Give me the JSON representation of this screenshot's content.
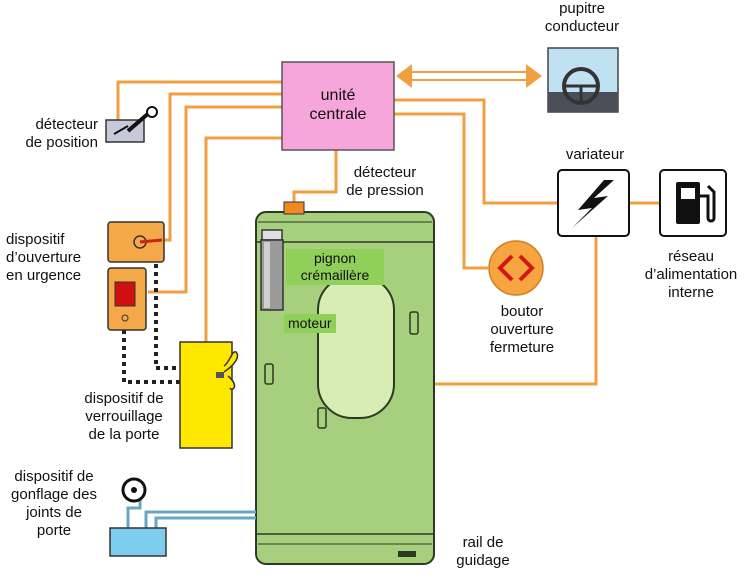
{
  "labels": {
    "central_unit": "unité\ncentrale",
    "driver_desk": "pupitre\nconducteur",
    "position_detector": "détecteur\nde position",
    "pressure_detector": "détecteur\nde pression",
    "emergency_opening": "dispositif\nd’ouverture\nen urgence",
    "door_lock": "dispositif de\nverrouillage\nde la porte",
    "seal_inflation": "dispositif de\ngonflage des\njoints de\nporte",
    "guide_rail": "rail de\nguidage",
    "pinion_rack": "pignon\ncrémaillère",
    "motor": "moteur",
    "variator": "variateur",
    "power_network": "réseau\nd’alimentation\ninterne",
    "open_close_button": "boutor\nouverture\nfermeture"
  },
  "colors": {
    "wire": "#f0a040",
    "central_unit_fill": "#f7a6dc",
    "door_fill": "#a6cf7e",
    "door_stroke": "#2c3a22",
    "lock_fill": "#ffe800",
    "tank_fill": "#7ecdf0",
    "button_fill": "#f7a540",
    "seal_pipe": "#6aa6c0"
  },
  "icons": {
    "driver_desk": "steering-wheel-icon",
    "variator": "lightning-icon",
    "power_network": "fuel-pump-icon",
    "open_close_button": "chevrons-icon",
    "position_detector": "lever-switch-icon"
  }
}
